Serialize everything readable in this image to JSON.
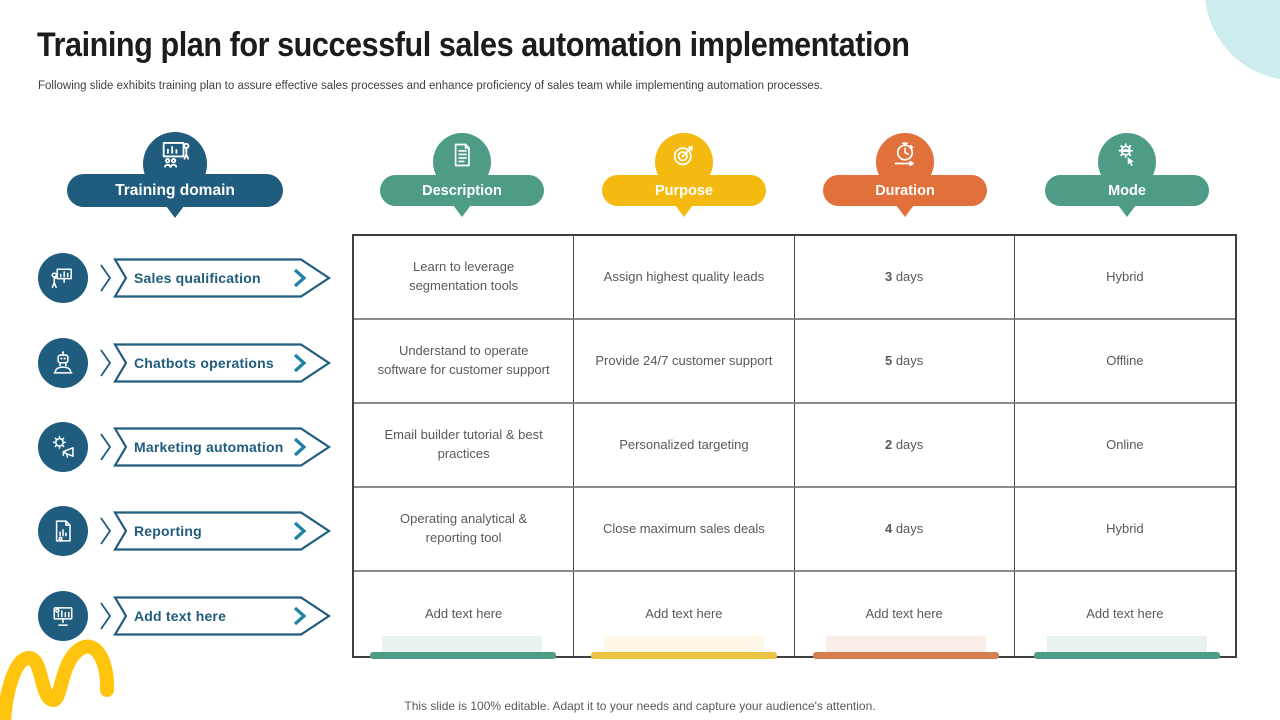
{
  "slide": {
    "title": "Training plan for successful sales automation implementation",
    "subtitle": "Following slide exhibits training plan to assure effective sales processes and enhance proficiency of sales team while implementing automation processes.",
    "footer": "This slide is 100% editable. Adapt it to your needs and capture your audience's attention."
  },
  "colors": {
    "blue": "#1f5c7d",
    "teal": "#4e9b88",
    "yellow": "#f4ba10",
    "orange": "#e2703a",
    "bar_teal": "#4e9b88",
    "bar_yellow": "#ecc443",
    "bar_orange": "#d57e52",
    "corner_circle": "#cdecee",
    "squiggle": "#ffc40e",
    "table_text": "#595959"
  },
  "sidebar": {
    "header": {
      "label": "Training domain",
      "icon": "training-presentation-icon"
    },
    "items": [
      {
        "label": "Sales qualification",
        "icon": "sales-presentation-icon"
      },
      {
        "label": "Chatbots operations",
        "icon": "chatbot-icon"
      },
      {
        "label": "Marketing automation",
        "icon": "marketing-gear-icon"
      },
      {
        "label": "Reporting",
        "icon": "report-document-icon"
      },
      {
        "label": "Add text here",
        "icon": "monitor-chart-icon"
      }
    ]
  },
  "columns": [
    {
      "label": "Description",
      "icon": "document-icon",
      "color": "#4e9b88"
    },
    {
      "label": "Purpose",
      "icon": "target-icon",
      "color": "#f4ba10"
    },
    {
      "label": "Duration",
      "icon": "stopwatch-icon",
      "color": "#e2703a"
    },
    {
      "label": "Mode",
      "icon": "gear-hand-icon",
      "color": "#4e9b88"
    }
  ],
  "table": {
    "rows": [
      {
        "description": "Learn to leverage segmentation tools",
        "purpose": "Assign highest quality leads",
        "duration_num": "3",
        "duration_unit": " days",
        "mode": "Hybrid"
      },
      {
        "description": "Understand to operate software for customer support",
        "purpose": "Provide 24/7 customer support",
        "duration_num": "5",
        "duration_unit": " days",
        "mode": "Offline"
      },
      {
        "description": "Email builder tutorial & best practices",
        "purpose": "Personalized targeting",
        "duration_num": "2",
        "duration_unit": " days",
        "mode": "Online"
      },
      {
        "description": "Operating analytical & reporting tool",
        "purpose": "Close maximum sales deals",
        "duration_num": "4",
        "duration_unit": " days",
        "mode": "Hybrid"
      },
      {
        "description": "Add text here",
        "purpose": "Add text here",
        "duration_num": "",
        "duration_unit": "Add text here",
        "mode": "Add text here"
      }
    ]
  }
}
